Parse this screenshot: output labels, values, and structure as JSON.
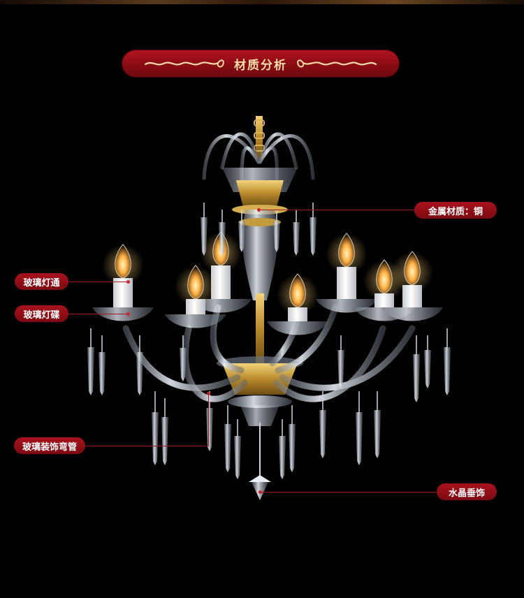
{
  "banner": {
    "title": "材质分析"
  },
  "labels": {
    "metal": "金属材质：铜",
    "glass_tube": "玻璃灯通",
    "glass_dish": "玻璃灯碟",
    "glass_arm": "玻璃装饰弯管",
    "crystal_drop": "水晶垂饰"
  },
  "colors": {
    "background": "#000000",
    "label_red": "#a8121c",
    "banner_text": "#f6dca8",
    "gold": "#c9a24a",
    "crystal": "#cfd6e0"
  }
}
